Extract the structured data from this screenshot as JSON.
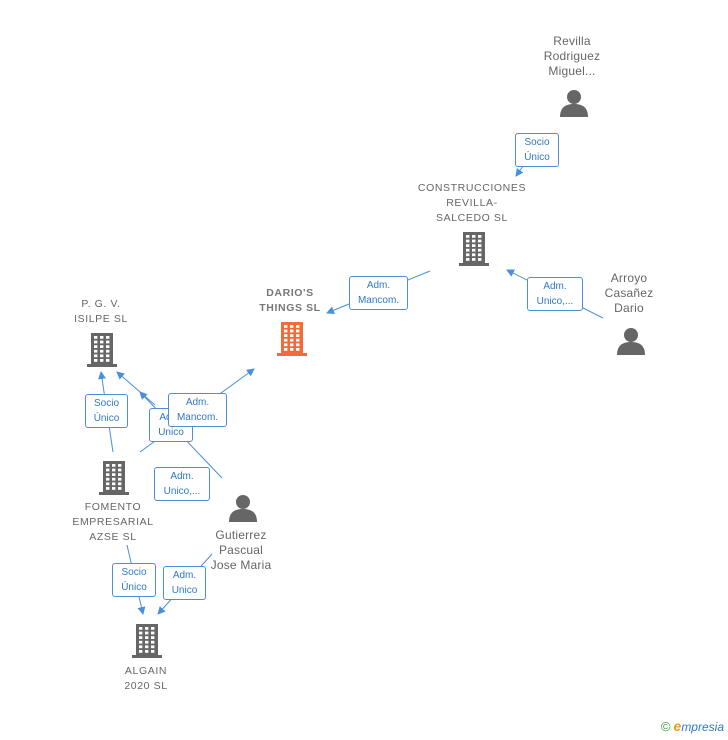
{
  "nodes": {
    "revilla_rodriguez": {
      "label": "Revilla\nRodriguez\nMiguel...",
      "type": "person",
      "color": "#666666"
    },
    "construcciones": {
      "label": "CONSTRUCCIONES\nREVILLA-\nSALCEDO SL",
      "type": "company",
      "color": "#666666"
    },
    "arroyo": {
      "label": "Arroyo\nCasañez\nDario",
      "type": "person",
      "color": "#666666"
    },
    "darios_things": {
      "label": "DARIO'S\nTHINGS SL",
      "type": "company",
      "color": "#f26b3a",
      "focus": true
    },
    "pgv_isilpe": {
      "label": "P. G. V.\nISILPE SL",
      "type": "company",
      "color": "#666666"
    },
    "fomento": {
      "label": "FOMENTO\nEMPRESARIAL\nAZSE SL",
      "type": "company",
      "color": "#666666"
    },
    "gutierrez": {
      "label": "Gutierrez\nPascual\nJose Maria",
      "type": "person",
      "color": "#666666"
    },
    "algain": {
      "label": "ALGAIN\n2020 SL",
      "type": "company",
      "color": "#666666"
    }
  },
  "edges": [
    {
      "id": "e1",
      "label": "Socio\nÚnico"
    },
    {
      "id": "e2",
      "label": "Adm.\nMancom."
    },
    {
      "id": "e3",
      "label": "Adm.\nUnico,..."
    },
    {
      "id": "e4",
      "label": "Socio\nÚnico"
    },
    {
      "id": "e5",
      "label": "Adm.\nUnico"
    },
    {
      "id": "e6",
      "label": "Adm.\nMancom."
    },
    {
      "id": "e7",
      "label": "Adm.\nUnico,..."
    },
    {
      "id": "e8",
      "label": "Socio\nÚnico"
    },
    {
      "id": "e9",
      "label": "Adm.\nUnico"
    }
  ],
  "colors": {
    "edge": "#4a8fd9",
    "edge_text": "#2f78c8",
    "node_gray": "#666666",
    "focus": "#f26b3a"
  },
  "footer": {
    "copyright": "©",
    "brand_first": "e",
    "brand_rest": "mpresia"
  }
}
